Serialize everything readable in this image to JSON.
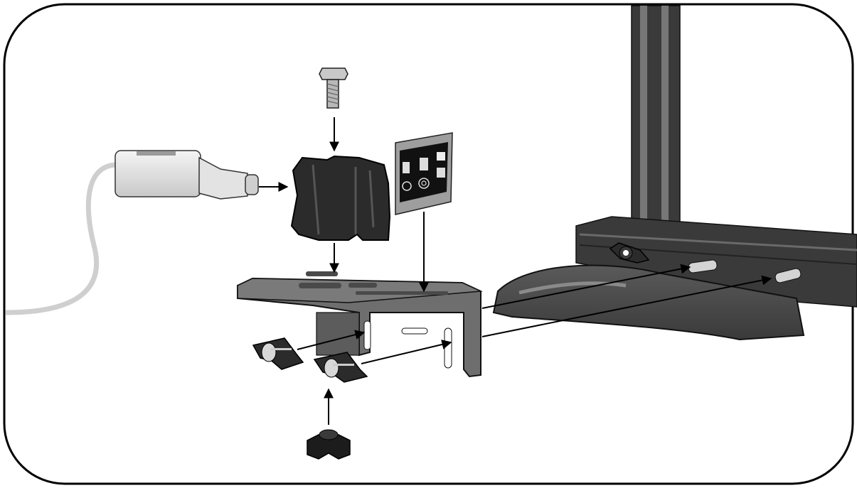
{
  "diagram": {
    "type": "exploded-assembly-illustration",
    "text_labels": [],
    "parts": [
      {
        "name": "hex-bolt"
      },
      {
        "name": "usb-camera-plug"
      },
      {
        "name": "camera-clip-block"
      },
      {
        "name": "calibration-target-card"
      },
      {
        "name": "mounting-bracket"
      },
      {
        "name": "wing-nut-left"
      },
      {
        "name": "wing-nut-right"
      },
      {
        "name": "wing-nut-bottom"
      },
      {
        "name": "printer-frame-upright"
      },
      {
        "name": "printer-base-rail"
      },
      {
        "name": "printer-foot"
      },
      {
        "name": "t-bolt-left"
      },
      {
        "name": "t-bolt-right"
      },
      {
        "name": "frame-knob"
      }
    ],
    "colors": {
      "outline": "#000000",
      "dark_part": "#2b2b2b",
      "mid_grey": "#6e6e6e",
      "light_grey": "#bdbdbd",
      "cable": "#cfcfcf",
      "background": "#ffffff"
    }
  }
}
